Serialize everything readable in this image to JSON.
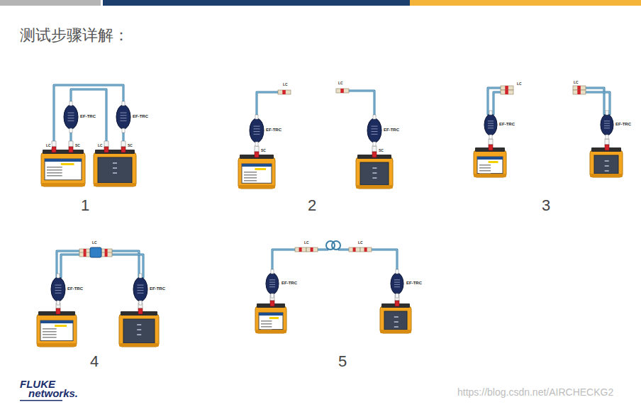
{
  "diagram": {
    "title": "测试步骤详解：",
    "labels": [
      "EF-TRC",
      "EF-TRC",
      "LC",
      "SC",
      "LC",
      "SC",
      "1",
      "EF-TRC",
      "EF-TRC",
      "LC",
      "LC",
      "SC",
      "SC",
      "2",
      "EF-TRC",
      "EF-TRC",
      "LC",
      "LC",
      "3",
      "EF-TRC",
      "EF-TRC",
      "LC",
      "4",
      "EF-TRC",
      "EF-TRC",
      "LC",
      "LC",
      "5",
      "FLUKE",
      "networks.",
      "https://blog.csdn.net/AIRCHECKG2"
    ]
  }
}
